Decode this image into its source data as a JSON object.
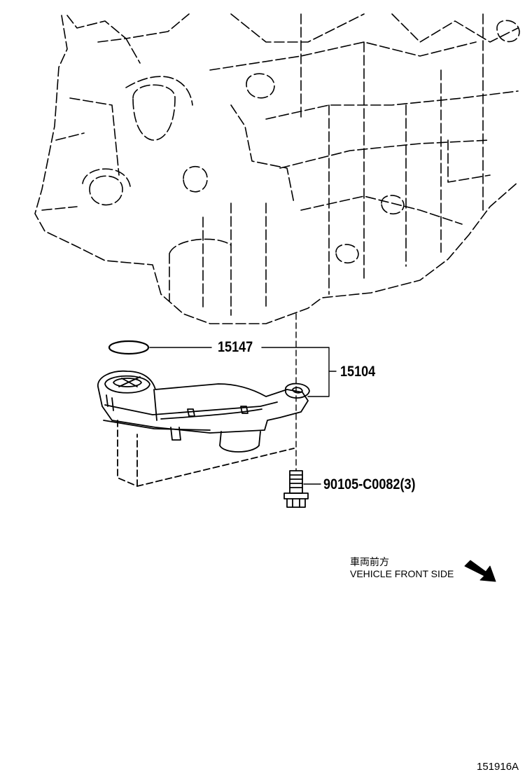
{
  "parts": {
    "gasket": "15147",
    "strainer": "15104",
    "bolt": "90105-C0082(3)"
  },
  "direction": {
    "japanese": "車両前方",
    "english": "VEHICLE FRONT SIDE"
  },
  "figure_ref": "151916A",
  "icons": {
    "arrow": "arrow-down-right-icon"
  }
}
